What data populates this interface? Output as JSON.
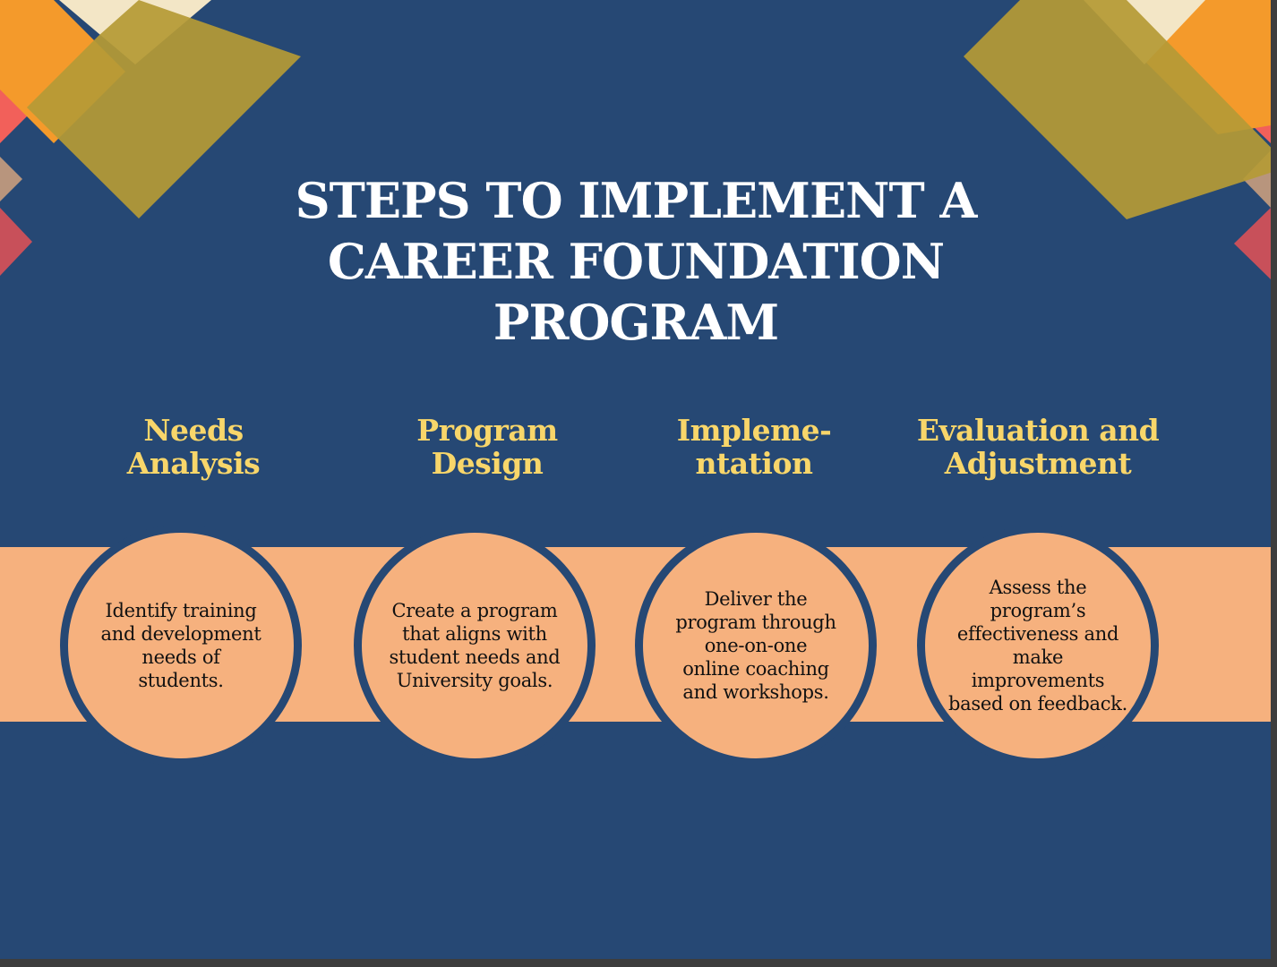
{
  "slide": {
    "title_lines": [
      "STEPS TO IMPLEMENT A",
      "CAREER FOUNDATION",
      "PROGRAM"
    ],
    "colors": {
      "background": "#264874",
      "band": "#f6b17e",
      "step_title": "#f8d66a",
      "title": "#ffffff",
      "deco_olive": "#b59a36",
      "deco_orange": "#f49a2b",
      "deco_coral": "#f2605a",
      "deco_cream": "#f3e6c6",
      "deco_tan": "#b8957d",
      "deco_crimson": "#c8505a"
    },
    "steps": [
      {
        "title_lines": [
          "Needs",
          "Analysis"
        ],
        "description_lines": [
          "Identify training",
          "and development",
          "needs of",
          "students."
        ]
      },
      {
        "title_lines": [
          "Program",
          "Design"
        ],
        "description_lines": [
          "Create a program",
          "that aligns with",
          "student needs and",
          "University goals."
        ]
      },
      {
        "title_lines": [
          "Impleme-",
          "ntation"
        ],
        "description_lines": [
          "Deliver the",
          "program through",
          "one-on-one",
          "online coaching",
          "and workshops."
        ]
      },
      {
        "title_lines": [
          "Evaluation and",
          "Adjustment"
        ],
        "description_lines": [
          "Assess the",
          "program’s",
          "effectiveness and",
          "make",
          "improvements",
          "based on feedback."
        ]
      }
    ]
  }
}
